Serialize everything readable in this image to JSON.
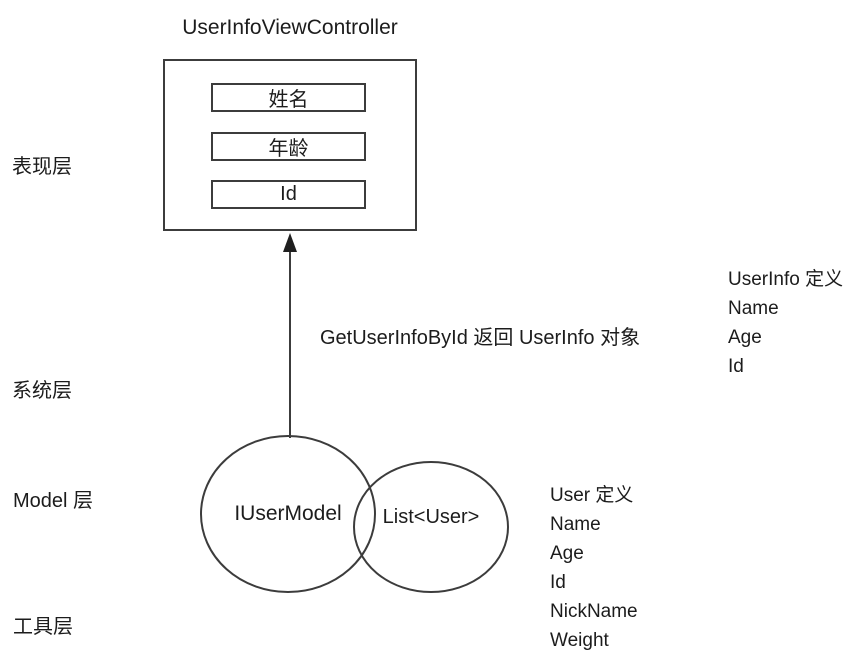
{
  "colors": {
    "background": "#ffffff",
    "stroke": "#3c3c3c",
    "text": "#1c1c1c"
  },
  "layers": {
    "presentation": "表现层",
    "system": "系统层",
    "model": "Model 层",
    "tool": "工具层"
  },
  "controller": {
    "title": "UserInfoViewController",
    "fields": [
      "姓名",
      "年龄",
      "Id"
    ]
  },
  "arrow": {
    "label": "GetUserInfoById 返回 UserInfo 对象"
  },
  "model": {
    "interface_circle": "IUserModel",
    "list_circle": "List<User>"
  },
  "userinfo_def": {
    "title": "UserInfo 定义",
    "fields": [
      "Name",
      "Age",
      "Id"
    ]
  },
  "user_def": {
    "title": "User 定义",
    "fields": [
      "Name",
      "Age",
      "Id",
      "NickName",
      "Weight"
    ]
  }
}
